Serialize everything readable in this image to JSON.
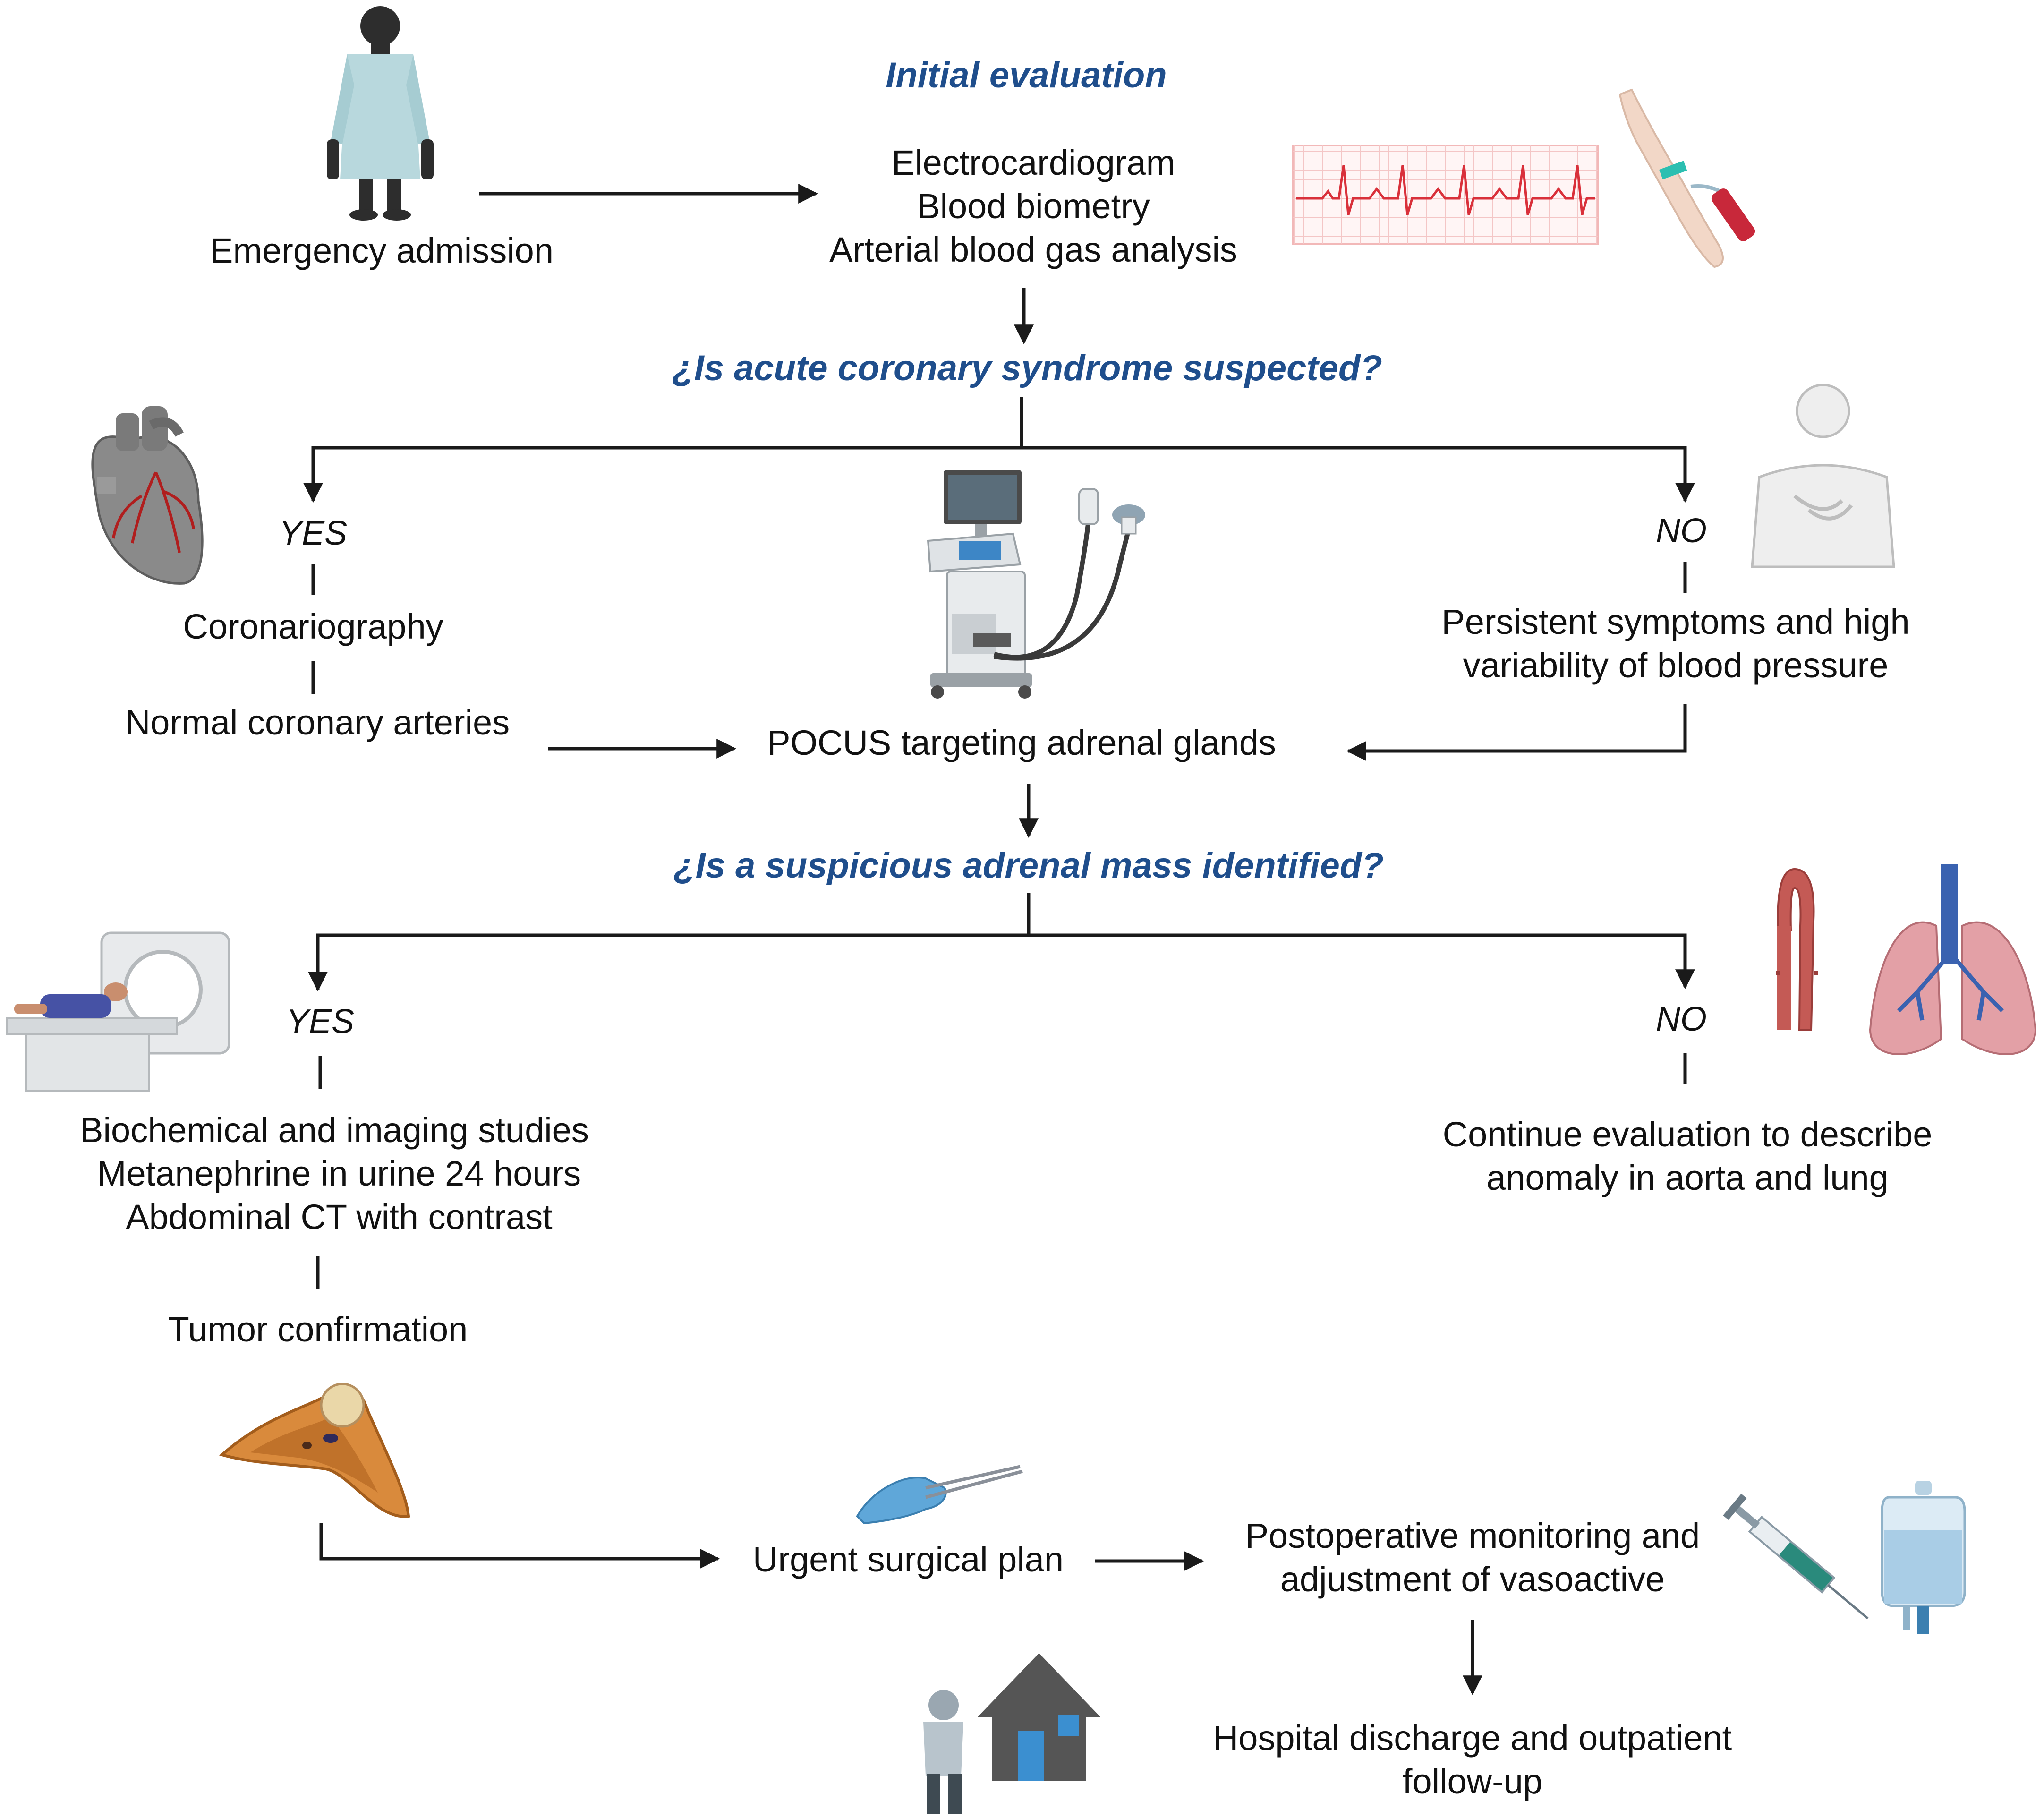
{
  "colors": {
    "heading": "#1f4e8c",
    "line": "#1a1a1a",
    "text": "#111111"
  },
  "top": {
    "emergency_admission": "Emergency admission",
    "initial_evaluation": "Initial evaluation",
    "tests": [
      "Electrocardiogram",
      "Blood biometry",
      "Arterial blood gas analysis"
    ]
  },
  "question1": {
    "text": "¿Is acute coronary syndrome suspected?",
    "yes_label": "YES",
    "no_label": "NO",
    "yes_steps": [
      "Coronariography",
      "Normal coronary arteries"
    ],
    "no_text": [
      "Persistent symptoms and high",
      "variability of blood pressure"
    ]
  },
  "pocus": "POCUS targeting adrenal glands",
  "question2": {
    "text": "¿Is a suspicious adrenal mass identified?",
    "yes_label": "YES",
    "no_label": "NO",
    "yes_studies": [
      "Biochemical and imaging studies",
      "Metanephrine in urine 24 hours",
      "Abdominal CT with contrast"
    ],
    "tumor": "Tumor confirmation",
    "no_text": [
      "Continue evaluation to describe",
      "anomaly in aorta and lung"
    ]
  },
  "bottom": {
    "surgical": "Urgent surgical plan",
    "postop": [
      "Postoperative monitoring and",
      "adjustment of vasoactive"
    ],
    "discharge": [
      "Hospital discharge and outpatient",
      "follow-up"
    ]
  },
  "icons": [
    "patient-gown-icon",
    "ecg-strip-icon",
    "blood-draw-arm-icon",
    "heart-icon",
    "ultrasound-machine-icon",
    "chest-pain-person-icon",
    "ct-scanner-icon",
    "aorta-icon",
    "lungs-icon",
    "adrenal-tumor-icon",
    "surgical-glove-icon",
    "syringe-icon",
    "iv-bag-icon",
    "person-icon",
    "house-icon"
  ]
}
